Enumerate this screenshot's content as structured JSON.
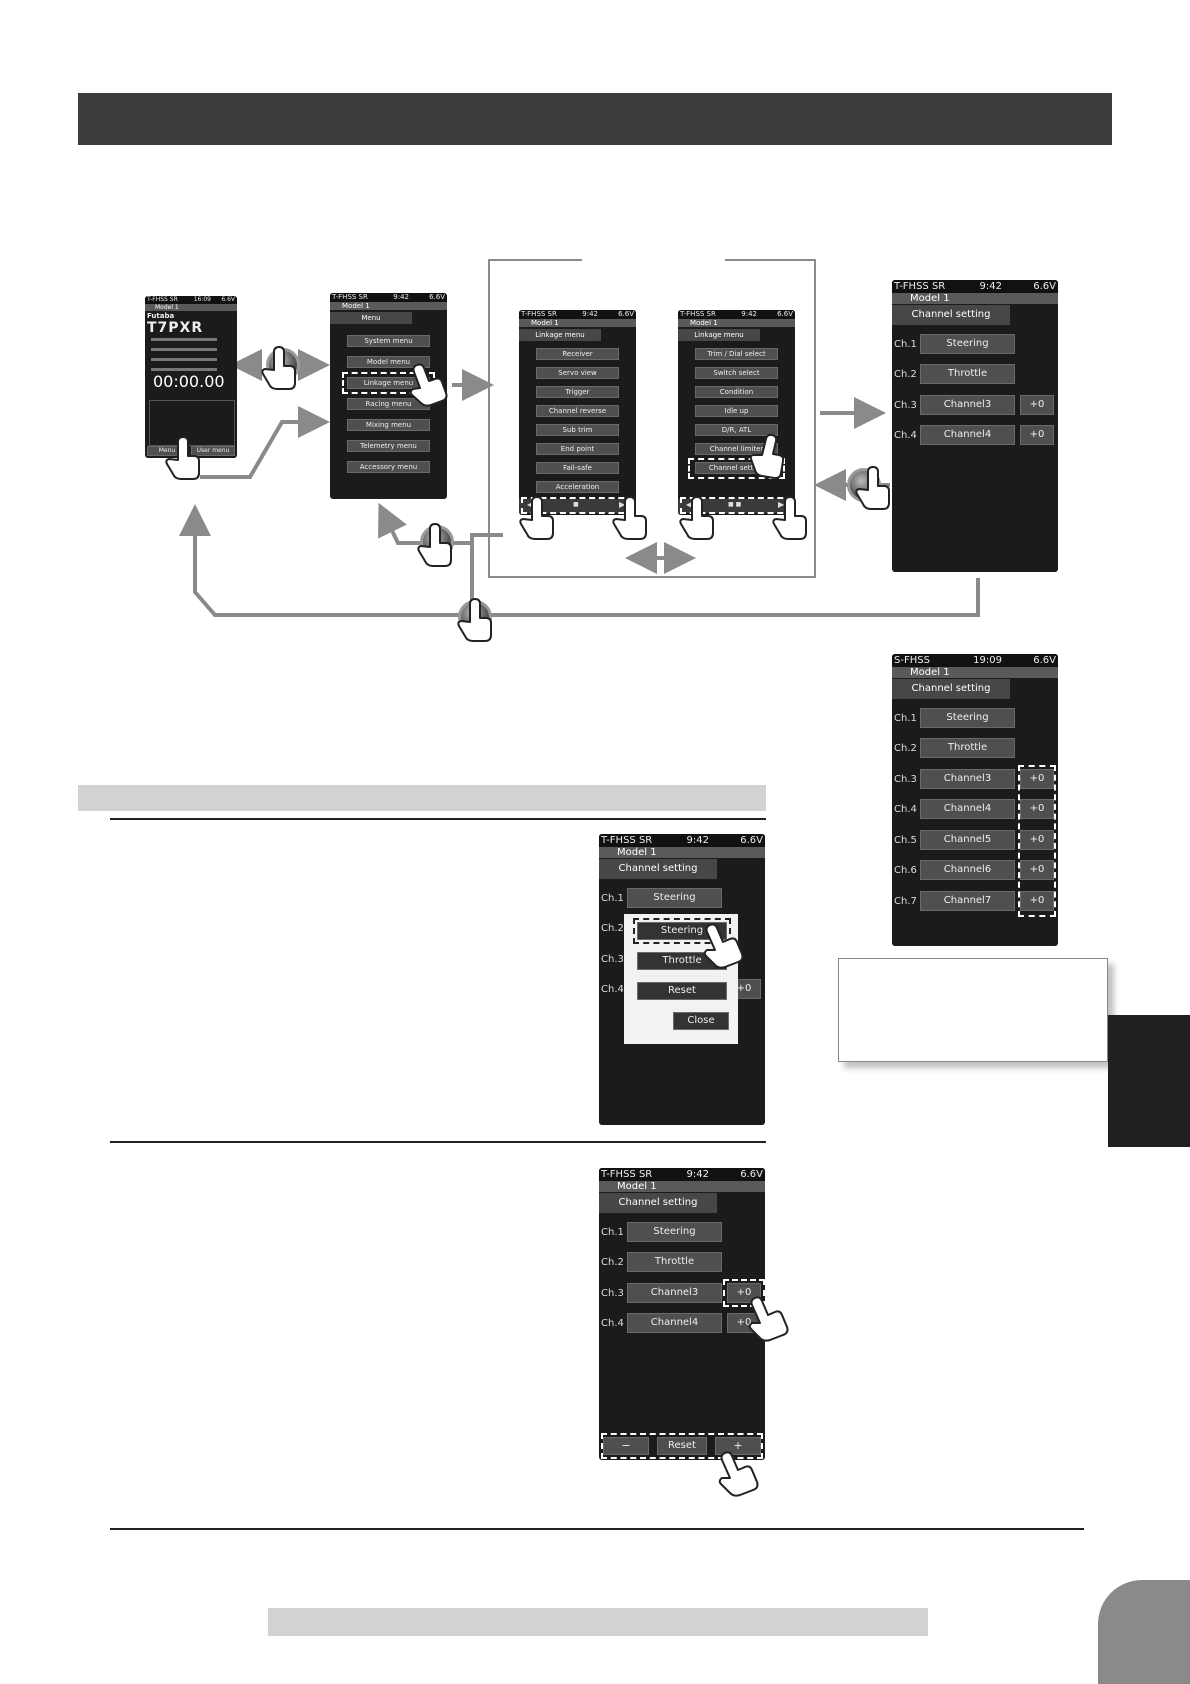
{
  "screen_main": {
    "status_left": "T-FHSS SR",
    "status_time": "16:09",
    "status_volt": "6.6V",
    "model": "Model 1",
    "brand": "Futaba",
    "model_name": "T7PXR",
    "timer": "00:00.00",
    "btn_menu": "Menu",
    "btn_user": "User menu"
  },
  "screen_menu": {
    "status_left": "T-FHSS SR",
    "status_time": "9:42",
    "status_volt": "6.6V",
    "model": "Model 1",
    "title": "Menu",
    "items": [
      "System menu",
      "Model menu",
      "Linkage menu",
      "Racing menu",
      "Mixing menu",
      "Telemetry menu",
      "Accessory menu"
    ]
  },
  "screen_linkage1": {
    "status_left": "T-FHSS SR",
    "status_time": "9:42",
    "status_volt": "6.6V",
    "model": "Model 1",
    "title": "Linkage menu",
    "items": [
      "Receiver",
      "Servo view",
      "Trigger",
      "Channel reverse",
      "Sub trim",
      "End point",
      "Fail-safe",
      "Acceleration"
    ],
    "nav_prev": "◀",
    "nav_dot": "■",
    "nav_next": "▶"
  },
  "screen_linkage2": {
    "status_left": "T-FHSS SR",
    "status_time": "9:42",
    "status_volt": "6.6V",
    "model": "Model 1",
    "title": "Linkage menu",
    "items": [
      "Trim / Dial select",
      "Switch select",
      "Condition",
      "Idle up",
      "D/R, ATL",
      "Channel limiter",
      "Channel setting"
    ],
    "nav_prev": "◀",
    "nav_dot": "■ ■",
    "nav_next": "▶"
  },
  "screen_ch_right": {
    "status_left": "T-FHSS SR",
    "status_time": "9:42",
    "status_volt": "6.6V",
    "model": "Model 1",
    "title": "Channel setting",
    "rows": [
      {
        "ch": "Ch.1",
        "name": "Steering",
        "val": ""
      },
      {
        "ch": "Ch.2",
        "name": "Throttle",
        "val": ""
      },
      {
        "ch": "Ch.3",
        "name": "Channel3",
        "val": "+0"
      },
      {
        "ch": "Ch.4",
        "name": "Channel4",
        "val": "+0"
      }
    ]
  },
  "screen_ch_7": {
    "status_left": "S-FHSS",
    "status_time": "19:09",
    "status_volt": "6.6V",
    "model": "Model 1",
    "title": "Channel setting",
    "rows": [
      {
        "ch": "Ch.1",
        "name": "Steering",
        "val": ""
      },
      {
        "ch": "Ch.2",
        "name": "Throttle",
        "val": ""
      },
      {
        "ch": "Ch.3",
        "name": "Channel3",
        "val": "+0"
      },
      {
        "ch": "Ch.4",
        "name": "Channel4",
        "val": "+0"
      },
      {
        "ch": "Ch.5",
        "name": "Channel5",
        "val": "+0"
      },
      {
        "ch": "Ch.6",
        "name": "Channel6",
        "val": "+0"
      },
      {
        "ch": "Ch.7",
        "name": "Channel7",
        "val": "+0"
      }
    ]
  },
  "screen_popup": {
    "status_left": "T-FHSS SR",
    "status_time": "9:42",
    "status_volt": "6.6V",
    "model": "Model 1",
    "title": "Channel setting",
    "ch1": "Ch.1",
    "ch1_name": "Steering",
    "ch2": "Ch.2",
    "ch3": "Ch.3",
    "ch4": "Ch.4",
    "popup_items": [
      "Steering",
      "Throttle",
      "Reset",
      "Close"
    ],
    "peek_val": "+0"
  },
  "screen_adjust": {
    "status_left": "T-FHSS SR",
    "status_time": "9:42",
    "status_volt": "6.6V",
    "model": "Model 1",
    "title": "Channel setting",
    "rows": [
      {
        "ch": "Ch.1",
        "name": "Steering",
        "val": ""
      },
      {
        "ch": "Ch.2",
        "name": "Throttle",
        "val": ""
      },
      {
        "ch": "Ch.3",
        "name": "Channel3",
        "val": "+0"
      },
      {
        "ch": "Ch.4",
        "name": "Channel4",
        "val": "+0"
      }
    ],
    "btn_minus": "−",
    "btn_reset": "Reset",
    "btn_plus": "+"
  }
}
